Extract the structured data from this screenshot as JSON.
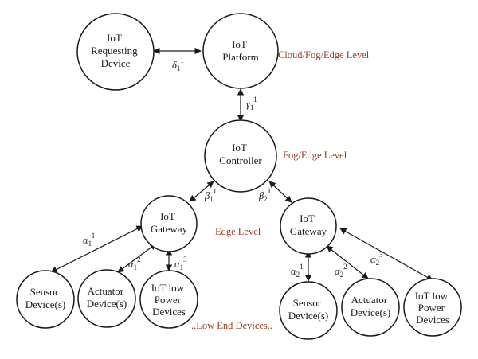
{
  "nodes": {
    "requesting_device": [
      "IoT",
      "Requesting",
      "Device"
    ],
    "platform": [
      "IoT",
      "Platform"
    ],
    "controller": [
      "IoT",
      "Controller"
    ],
    "gateway_1": [
      "IoT",
      "Gateway"
    ],
    "gateway_2": [
      "IoT",
      "Gateway"
    ],
    "sensor_1": [
      "Sensor",
      "Device(s)"
    ],
    "actuator_1": [
      "Actuator",
      "Device(s)"
    ],
    "lowpower_1": [
      "IoT low",
      "Power",
      "Devices"
    ],
    "sensor_2": [
      "Sensor",
      "Device(s)"
    ],
    "actuator_2": [
      "Actuator",
      "Device(s)"
    ],
    "lowpower_2": [
      "IoT low",
      "Power",
      "Devices"
    ]
  },
  "levels": {
    "cloud": "Cloud/Fog/Edge Level",
    "fog": "Fog/Edge Level",
    "edge": "Edge Level",
    "low_end": "..Low End Devices.."
  },
  "edges": {
    "delta1": {
      "sym": "δ",
      "sub": "1",
      "sup": "1"
    },
    "gamma1": {
      "sym": "γ",
      "sub": "1",
      "sup": "1"
    },
    "beta1": {
      "sym": "β",
      "sub": "1",
      "sup": "1"
    },
    "beta2": {
      "sym": "β",
      "sub": "2",
      "sup": "1"
    },
    "alpha1_1": {
      "sym": "α",
      "sub": "1",
      "sup": "1"
    },
    "alpha1_2": {
      "sym": "α",
      "sub": "1",
      "sup": "2"
    },
    "alpha1_3": {
      "sym": "α",
      "sub": "1",
      "sup": "3"
    },
    "alpha2_1": {
      "sym": "α",
      "sub": "2",
      "sup": "1"
    },
    "alpha2_2": {
      "sym": "α",
      "sub": "2",
      "sup": "2"
    },
    "alpha2_3": {
      "sym": "α",
      "sub": "2",
      "sup": "3"
    }
  },
  "colors": {
    "level_text": "#9c3a1f",
    "stroke": "#1a1a1a"
  }
}
